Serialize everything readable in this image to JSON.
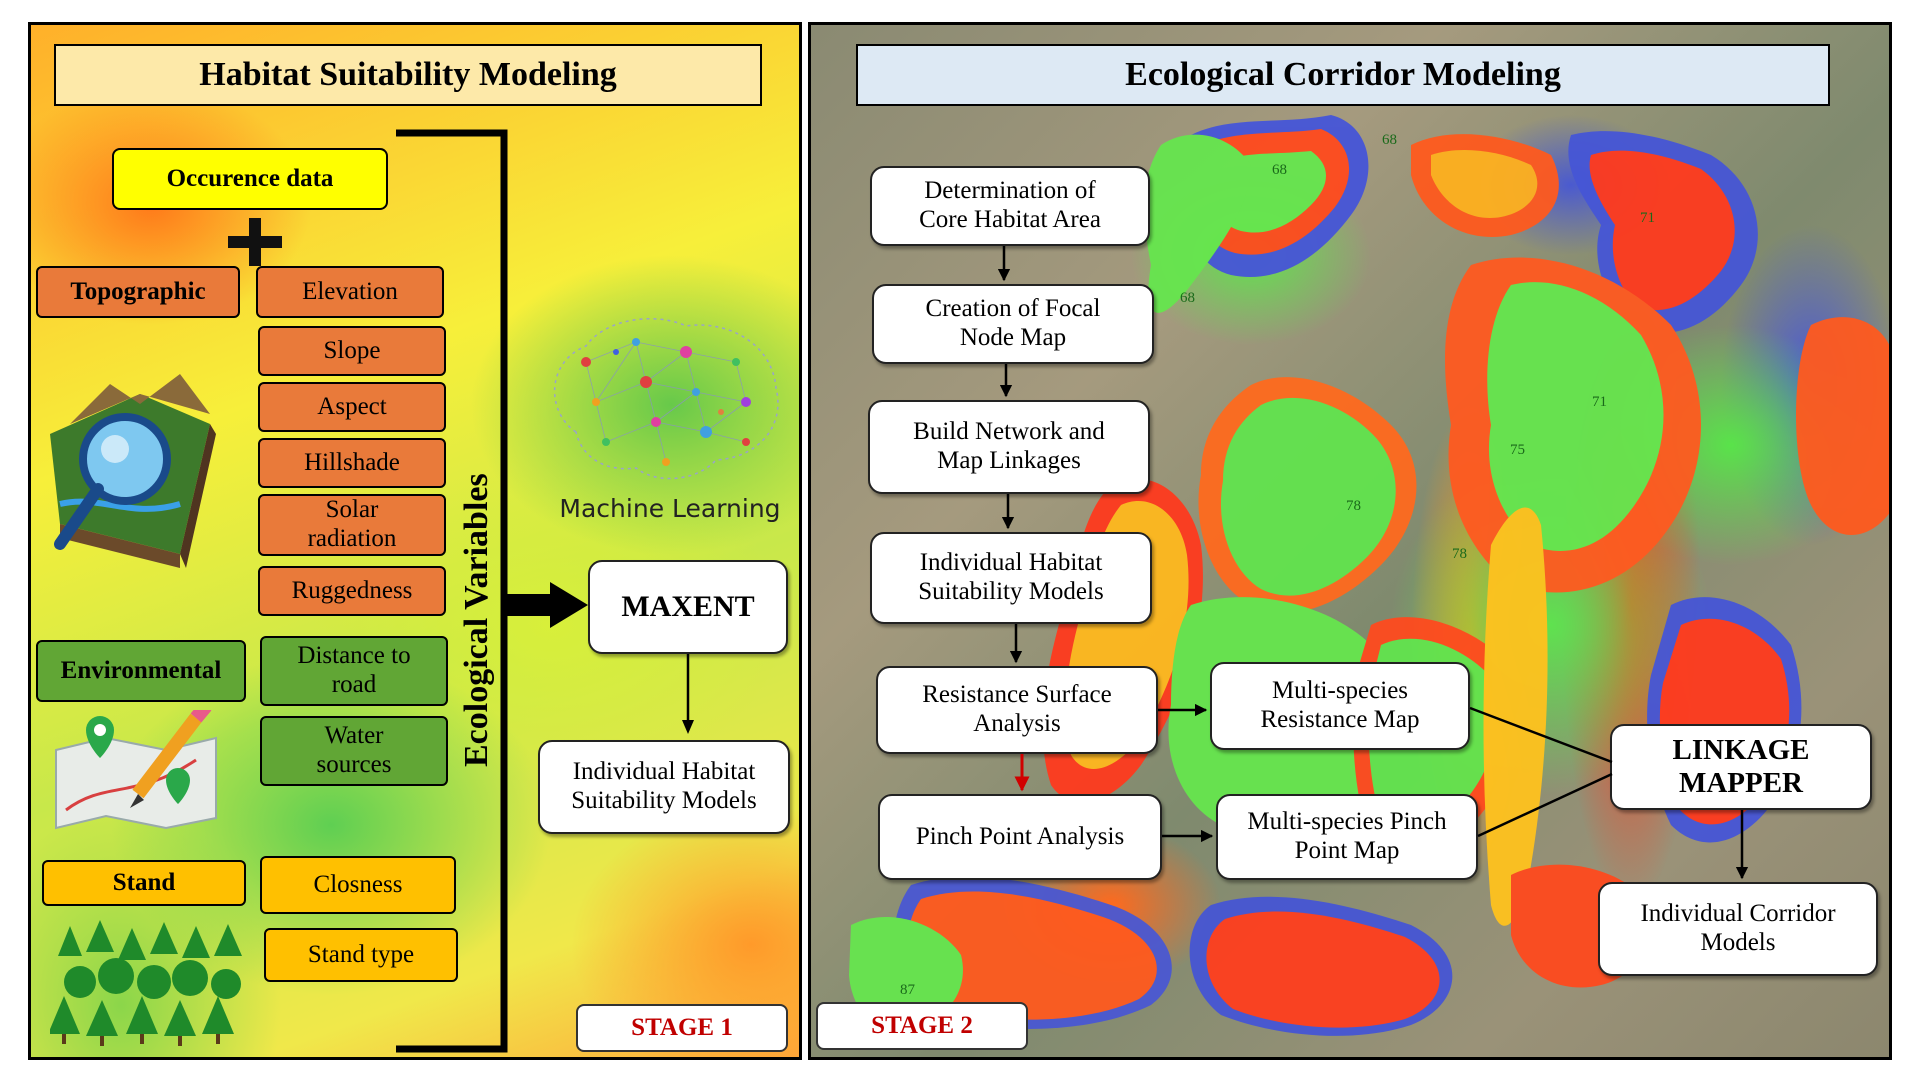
{
  "stage1": {
    "title": "Habitat Suitability Modeling",
    "occurrence": "Occurence data",
    "categories": {
      "topographic": "Topographic",
      "environmental": "Environmental",
      "stand": "Stand"
    },
    "topographic_vars": [
      "Elevation",
      "Slope",
      "Aspect",
      "Hillshade",
      "Solar\nradiation",
      "Ruggedness"
    ],
    "environmental_vars": [
      "Distance to\nroad",
      "Water\nsources"
    ],
    "stand_vars": [
      "Closness",
      "Stand type"
    ],
    "vertical_label": "Ecological Variables",
    "ml_label": "Machine Learning",
    "maxent": "MAXENT",
    "output": "Individual Habitat\nSuitability Models",
    "stage_label": "STAGE 1"
  },
  "stage2": {
    "title": "Ecological Corridor Modeling",
    "steps": [
      "Determination of\nCore Habitat Area",
      "Creation of Focal\nNode Map",
      "Build Network and\nMap Linkages",
      "Individual Habitat\nSuitability Models",
      "Resistance Surface\nAnalysis",
      "Pinch Point Analysis"
    ],
    "multi_resistance": "Multi-species\nResistance Map",
    "multi_pinch": "Multi-species Pinch\nPoint Map",
    "linkage": "LINKAGE\nMAPPER",
    "output": "Individual Corridor\nModels",
    "stage_label": "STAGE 2",
    "map_labels": [
      "68",
      "68",
      "68",
      "71",
      "71",
      "75",
      "78",
      "78",
      "87"
    ]
  },
  "colors": {
    "topographic": "#e97a3a",
    "environmental": "#61a635",
    "stand": "#ffc000",
    "stage_label": "#c00000",
    "title_left": "#fde9a9",
    "title_right": "#dde9f4"
  }
}
